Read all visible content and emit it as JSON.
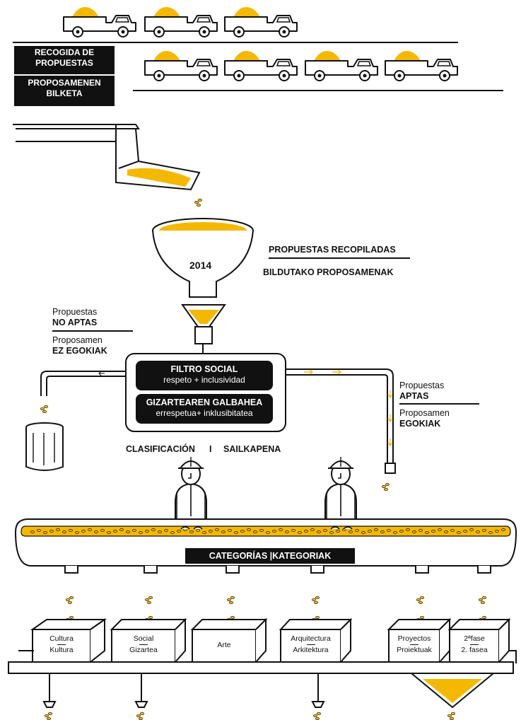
{
  "colors": {
    "accent": "#f5b800",
    "ink": "#111111",
    "paper": "#ffffff"
  },
  "collection": {
    "line1": "RECOGIDA DE PROPUESTAS",
    "line2": "PROPOSAMENEN BILKETA"
  },
  "funnel": {
    "year": "2014"
  },
  "compiled": {
    "es": "PROPUESTAS RECOPILADAS",
    "eu": "BILDUTAKO PROPOSAMENAK"
  },
  "rejected": {
    "es_line1": "Propuestas",
    "es_line2": "NO APTAS",
    "eu_line1": "Proposamen",
    "eu_line2": "EZ EGOKIAK"
  },
  "accepted": {
    "es_line1": "Propuestas",
    "es_line2": "APTAS",
    "eu_line1": "Proposamen",
    "eu_line2": "EGOKIAK"
  },
  "filter": {
    "es_title": "FILTRO SOCIAL",
    "es_sub": "respeto + inclusividad",
    "eu_title": "GIZARTEAREN GALBAHEA",
    "eu_sub": "errespetua+ inklusibitatea"
  },
  "classification": {
    "es": "CLASIFICACIÓN",
    "sep": "I",
    "eu": "SAILKAPENA"
  },
  "categories_bar": "CATEGORÍAS |KATEGORIAK",
  "bins": [
    {
      "es": "Cultura",
      "eu": "Kultura"
    },
    {
      "es": "Social",
      "eu": "Gizartea"
    },
    {
      "es": "Arte",
      "eu": ""
    },
    {
      "es": "Arquitectura",
      "eu": "Arkitektura"
    },
    {
      "es": "Proyectos",
      "eu": "Proiektuak"
    },
    {
      "es": "2ªfase",
      "eu": "2. fasea"
    }
  ]
}
